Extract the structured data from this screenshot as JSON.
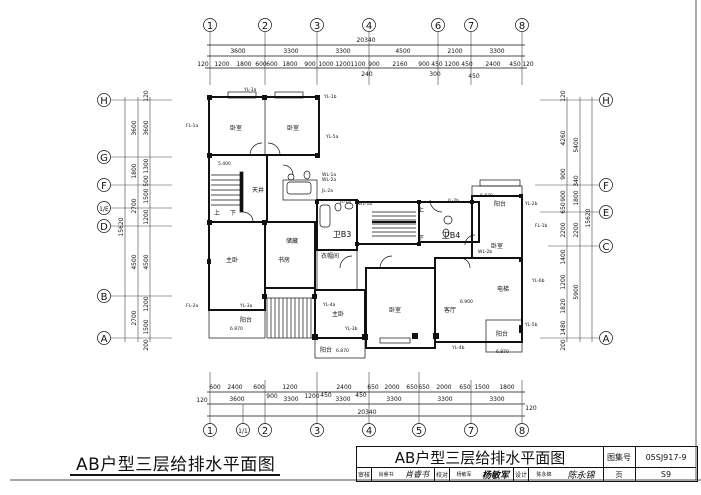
{
  "drawing": {
    "title": "AB户型三层给排水平面图",
    "total_width_dim": "20340",
    "total_depth_dim": "15620"
  },
  "axes": {
    "top": [
      "1",
      "2",
      "3",
      "4",
      "6",
      "7",
      "8"
    ],
    "bottom": [
      "1",
      "1/1",
      "2",
      "3",
      "4",
      "5",
      "7",
      "8"
    ],
    "left": [
      "H",
      "G",
      "F",
      "1/E",
      "D",
      "B",
      "A"
    ],
    "right": [
      "H",
      "F",
      "E",
      "C",
      "A"
    ]
  },
  "dimensions": {
    "top_main": [
      "3600",
      "3300",
      "3300",
      "4500",
      "2100",
      "3300"
    ],
    "top_detail": [
      "120",
      "1200",
      "1800",
      "600",
      "600",
      "1800",
      "900",
      "1000",
      "1200",
      "1100",
      "900",
      "2160",
      "900",
      "450",
      "1200",
      "450",
      "2400",
      "450",
      "120"
    ],
    "top_extra": [
      "240",
      "300",
      "450"
    ],
    "bottom_detail": [
      "600",
      "2400",
      "600",
      "1200",
      "2400",
      "650",
      "2000",
      "650",
      "650",
      "2000",
      "650",
      "1500",
      "1800"
    ],
    "bottom_mid": [
      "900",
      "1200",
      "450",
      "450"
    ],
    "bottom_main": [
      "120",
      "3600",
      "3300",
      "3300",
      "3300",
      "3300",
      "3300",
      "120"
    ],
    "left_outer": [
      "3600",
      "1800",
      "2700",
      "4500",
      "2700"
    ],
    "left_inner": [
      "120",
      "3600",
      "1300",
      "500",
      "1500",
      "1200",
      "4500",
      "1200",
      "1500",
      "200"
    ],
    "right_inner": [
      "120",
      "4260",
      "900",
      "340",
      "900",
      "650",
      "2200",
      "1400",
      "1200",
      "1820",
      "1480",
      "200"
    ],
    "right_outer": [
      "5400",
      "1800",
      "2200",
      "5900"
    ]
  },
  "rooms": {
    "bedroom_a1": "卧室",
    "bedroom_a2": "卧室",
    "patio": "天井",
    "master_a": "主卧",
    "study": "书房",
    "master_b": "主卧",
    "bedroom_b1": "卧室",
    "bedroom_b2": "卧室",
    "living": "客厅",
    "cloak": "衣帽间",
    "storage": "储藏",
    "balcony": "阳台",
    "bath_b3": "卫B3",
    "bath_b4": "卫B4",
    "stair_up": "上",
    "stair_down": "下",
    "lift": "电梯"
  },
  "elevations": {
    "stair": "5.400",
    "balcony_a": "6.870",
    "balcony_b": "6.870",
    "balcony_c": "6.870",
    "balcony_d": "6.870",
    "living": "6.900"
  },
  "pipe_tags": [
    "YL-1a",
    "FL-1a",
    "YL-5a",
    "WL-1a",
    "WL-2a",
    "JL-2a",
    "JL-1b",
    "WL-1b",
    "JL-2b",
    "YL-2b",
    "FL-1b",
    "WL-2b",
    "YL-6b",
    "FL-2a",
    "YL-3a",
    "YL-4a",
    "YL-3b",
    "YL-4b",
    "YL-5b",
    "YL-1b"
  ],
  "title_block": {
    "title": "AB户型三层给排水平面图",
    "atlas_label": "图集号",
    "atlas_no": "05SJ917-9",
    "review_label": "审核",
    "reviewer": "肖睿书",
    "reviewer_sig": "肖睿书",
    "check_label": "校对",
    "checker": "杨敏军",
    "checker_sig": "杨敏军",
    "design_label": "设计",
    "designer": "陈永锦",
    "designer_sig": "陈永锦",
    "page_label": "页",
    "page_no": "S9"
  }
}
